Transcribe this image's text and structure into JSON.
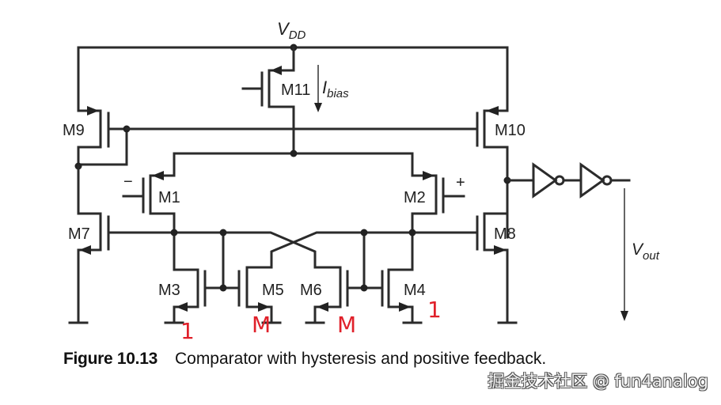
{
  "figure": {
    "number_label": "Figure 10.13",
    "caption": "Comparator with hysteresis and positive feedback."
  },
  "watermark": "掘金技术社区 @ fun4analog",
  "supply": {
    "vdd_main": "V",
    "vdd_sub": "DD"
  },
  "bias": {
    "i_main": "I",
    "i_sub": "bias"
  },
  "output": {
    "v_main": "V",
    "v_sub": "out"
  },
  "inputs": {
    "minus": "−",
    "plus": "+"
  },
  "transistors": {
    "m1": "M1",
    "m2": "M2",
    "m3": "M3",
    "m4": "M4",
    "m5": "M5",
    "m6": "M6",
    "m7": "M7",
    "m8": "M8",
    "m9": "M9",
    "m10": "M10",
    "m11": "M11"
  },
  "ratios": {
    "m3": "1",
    "m5": "M",
    "m6": "M",
    "m4": "1"
  },
  "colors": {
    "wire": "#2b2b2b",
    "annotation": "#e0202a"
  }
}
